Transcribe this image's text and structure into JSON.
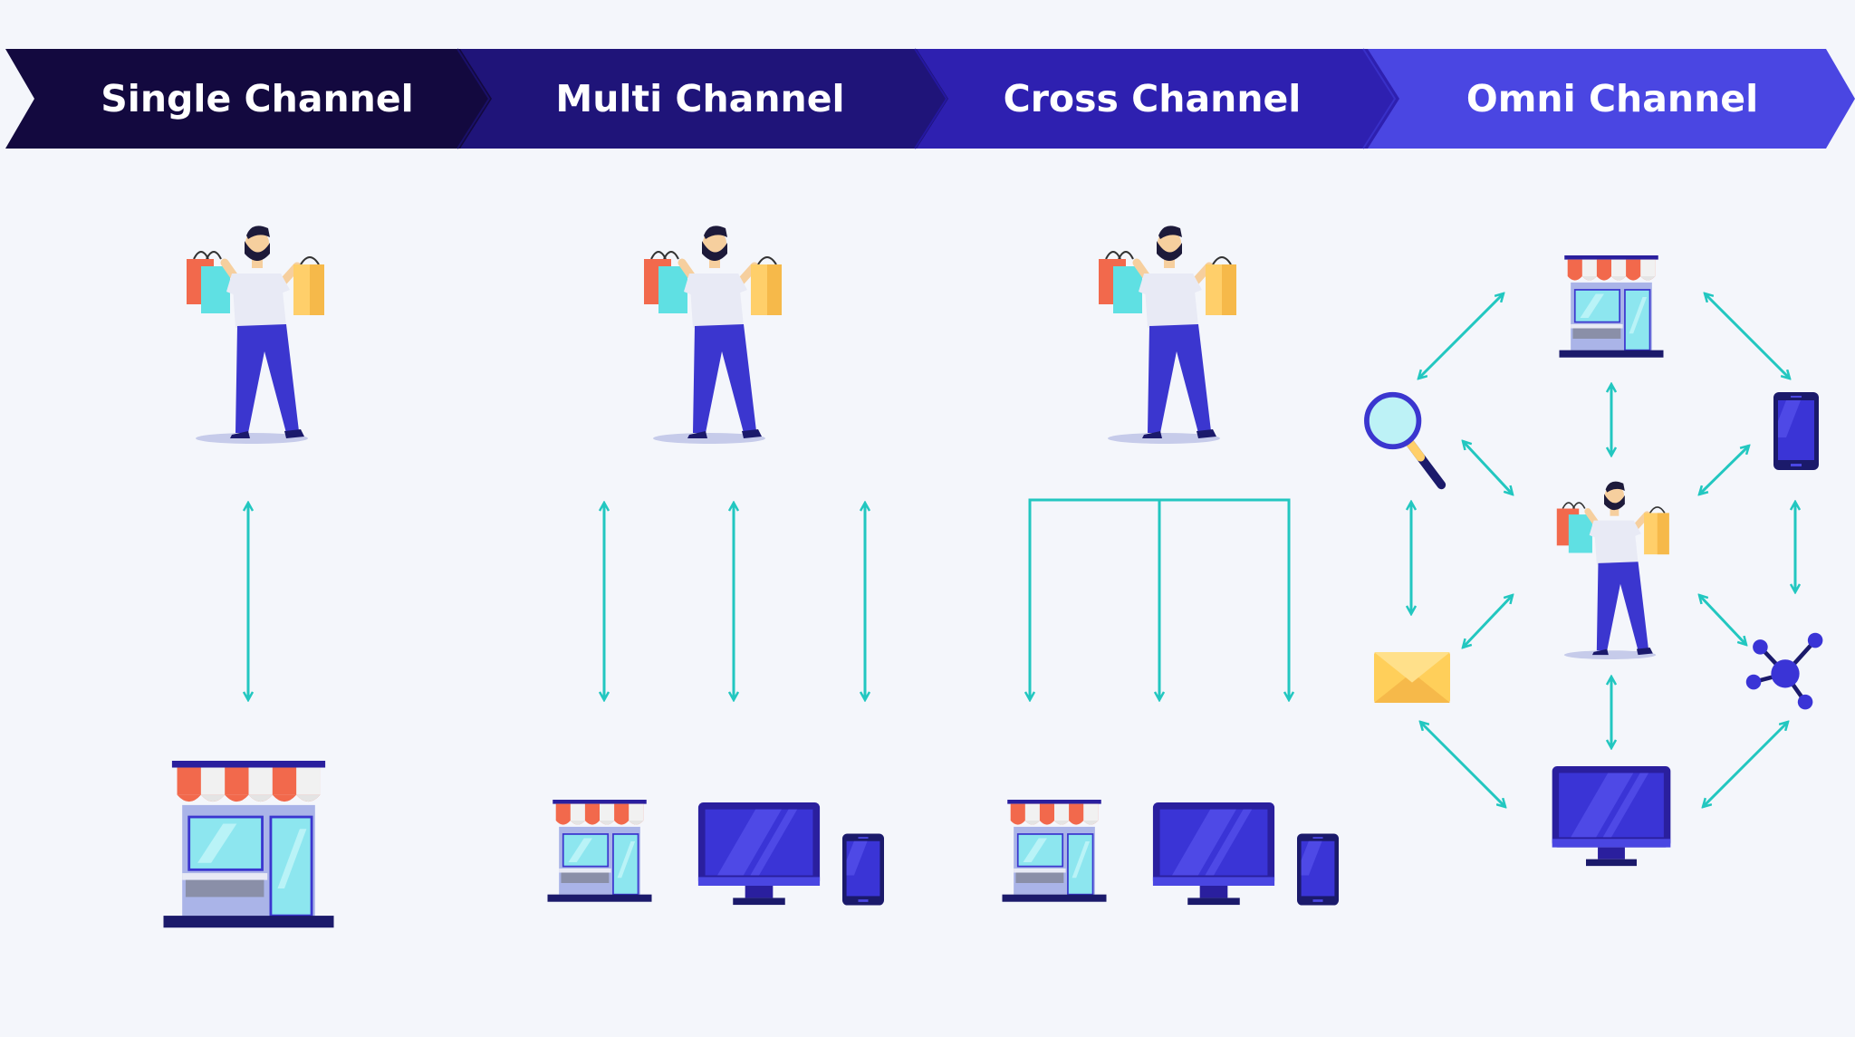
{
  "header": {
    "stages": [
      {
        "label": "Single Channel",
        "color": "#13093f"
      },
      {
        "label": "Multi Channel",
        "color": "#1f1479"
      },
      {
        "label": "Cross Channel",
        "color": "#2e20b0"
      },
      {
        "label": "Omni Channel",
        "color": "#4a46e2"
      }
    ]
  },
  "colors": {
    "background": "#f4f6fb",
    "arrow": "#22c7c0",
    "device": "#2a1f9e",
    "device_screen": "#3a34d6",
    "store_body": "#aab4e8",
    "store_glass": "#8de6ef",
    "awning_red": "#f2694c",
    "awning_white": "#f1f1f1",
    "person_shirt": "#e8eaf5",
    "person_pants": "#3b36cf",
    "bag_orange": "#f2694c",
    "bag_teal": "#5fe0e3",
    "bag_yellow": "#ffcf6a",
    "envelope": "#ffd45a"
  },
  "icons": [
    "shopper-icon",
    "storefront-icon",
    "desktop-monitor-icon",
    "smartphone-icon",
    "magnifier-icon",
    "envelope-icon",
    "network-icon"
  ]
}
